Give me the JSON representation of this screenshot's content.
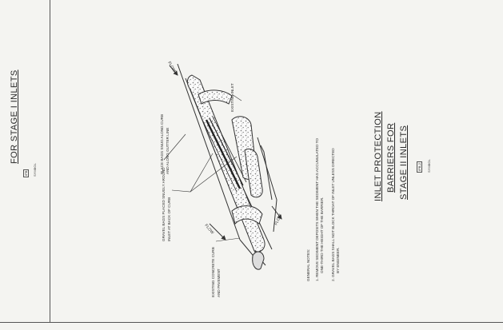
{
  "left_panel": {
    "title_line": "FOR STAGE I INLETS",
    "box_label": "IPB",
    "symbol_label": "SYMBOL"
  },
  "drawing": {
    "callouts": {
      "flow_top": "FLOW",
      "existing_inlet": "EXISTING INLET",
      "place_bags_line1": "PLACE BAGS SNUG ALONG CURB",
      "place_bags_line2": "AND ALONG GUTTER LINE",
      "gravel_bags_line1": "GRAVEL BAGS PLACED SNUGLY AROUND",
      "gravel_bags_line2": "INLET AT BACK OF CURB",
      "existing_curb_line1": "EXISTING CONCRETE CURB",
      "existing_curb_line2": "AND PAVEMENT",
      "flow_left": "FLOW",
      "flow_right": "FLOW"
    },
    "notes": {
      "heading": "GENERAL NOTES:",
      "note1_line1": "1.   REMOVE SEDIMENT DEPOSITS WHEN THE SEDIMENT HAS ACCUMULATED TO",
      "note1_line2": "ONE-THIRD THE HEIGHT OF THE BARRIER.",
      "note2_line1": "2.   GRAVEL BAGS SHALL NOT BLOCK THROAT OF INLET UNLESS DIRECTED",
      "note2_line2": "BY ENGINEER."
    },
    "title": {
      "line1": "INLET PROTECTION",
      "line2": "BARRIERS FOR",
      "line3": "STAGE II INLETS"
    },
    "box_label": "IPB-2",
    "symbol_label": "SYMBOL"
  }
}
